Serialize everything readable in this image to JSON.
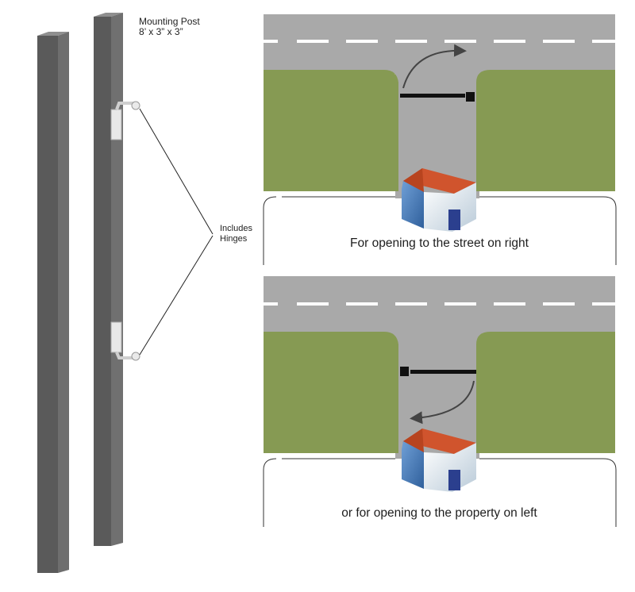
{
  "post": {
    "title": "Mounting Post",
    "size": "8’ x 3” x 3”"
  },
  "hinges": {
    "line1": "Includes",
    "line2": "Hinges"
  },
  "panels": [
    {
      "caption": "For opening to the street on right",
      "swing": "right-to-street"
    },
    {
      "caption": "or for opening to the property on left",
      "swing": "left-to-property"
    }
  ],
  "colors": {
    "road": "#a9a9a9",
    "lane_marking": "#ffffff",
    "lawn": "#869a53",
    "post_front": "#5b5b5b",
    "post_side": "#7a7a7a",
    "house_roof": "#d0542d",
    "house_wall": "#dfe8ef",
    "house_side": "#4f7fb8",
    "house_door": "#2b3f8e",
    "gate": "#111111"
  }
}
